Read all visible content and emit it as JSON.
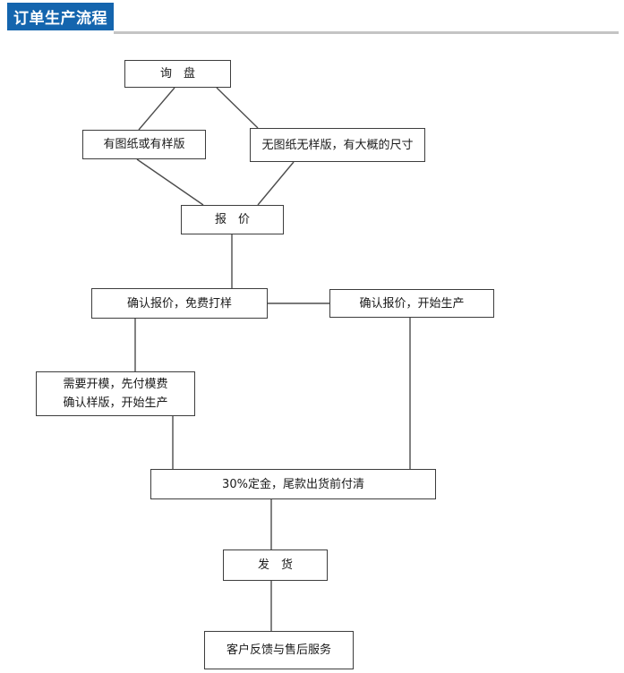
{
  "header": {
    "title": "订单生产流程",
    "accent_color": "#1465ae",
    "divider_color": "#c4c4c4"
  },
  "flowchart": {
    "title": "订单生产流程",
    "box_border_color": "#3d3d3d",
    "connector_color": "#4d4d4d",
    "nodes": {
      "inquiry": {
        "label": "询　盘"
      },
      "has_drawing": {
        "label": "有图纸或有样版"
      },
      "no_drawing": {
        "label": "无图纸无样版，有大概的尺寸"
      },
      "quote": {
        "label": "报　价"
      },
      "confirm_sample": {
        "label": "确认报价，免费打样"
      },
      "confirm_production": {
        "label": "确认报价，开始生产"
      },
      "mold": {
        "label": "需要开模，先付模费\n确认样版，开始生产"
      },
      "deposit": {
        "label": "30%定金，尾款出货前付清"
      },
      "ship": {
        "label": "发　货"
      },
      "feedback": {
        "label": "客户反馈与售后服务"
      }
    },
    "edges": [
      {
        "from": "inquiry",
        "to": "has_drawing"
      },
      {
        "from": "inquiry",
        "to": "no_drawing"
      },
      {
        "from": "has_drawing",
        "to": "quote"
      },
      {
        "from": "no_drawing",
        "to": "quote"
      },
      {
        "from": "quote",
        "to": "confirm_sample"
      },
      {
        "from": "confirm_sample",
        "to": "confirm_production"
      },
      {
        "from": "confirm_sample",
        "to": "mold"
      },
      {
        "from": "mold",
        "to": "deposit"
      },
      {
        "from": "confirm_production",
        "to": "deposit"
      },
      {
        "from": "deposit",
        "to": "ship"
      },
      {
        "from": "ship",
        "to": "feedback"
      }
    ]
  }
}
